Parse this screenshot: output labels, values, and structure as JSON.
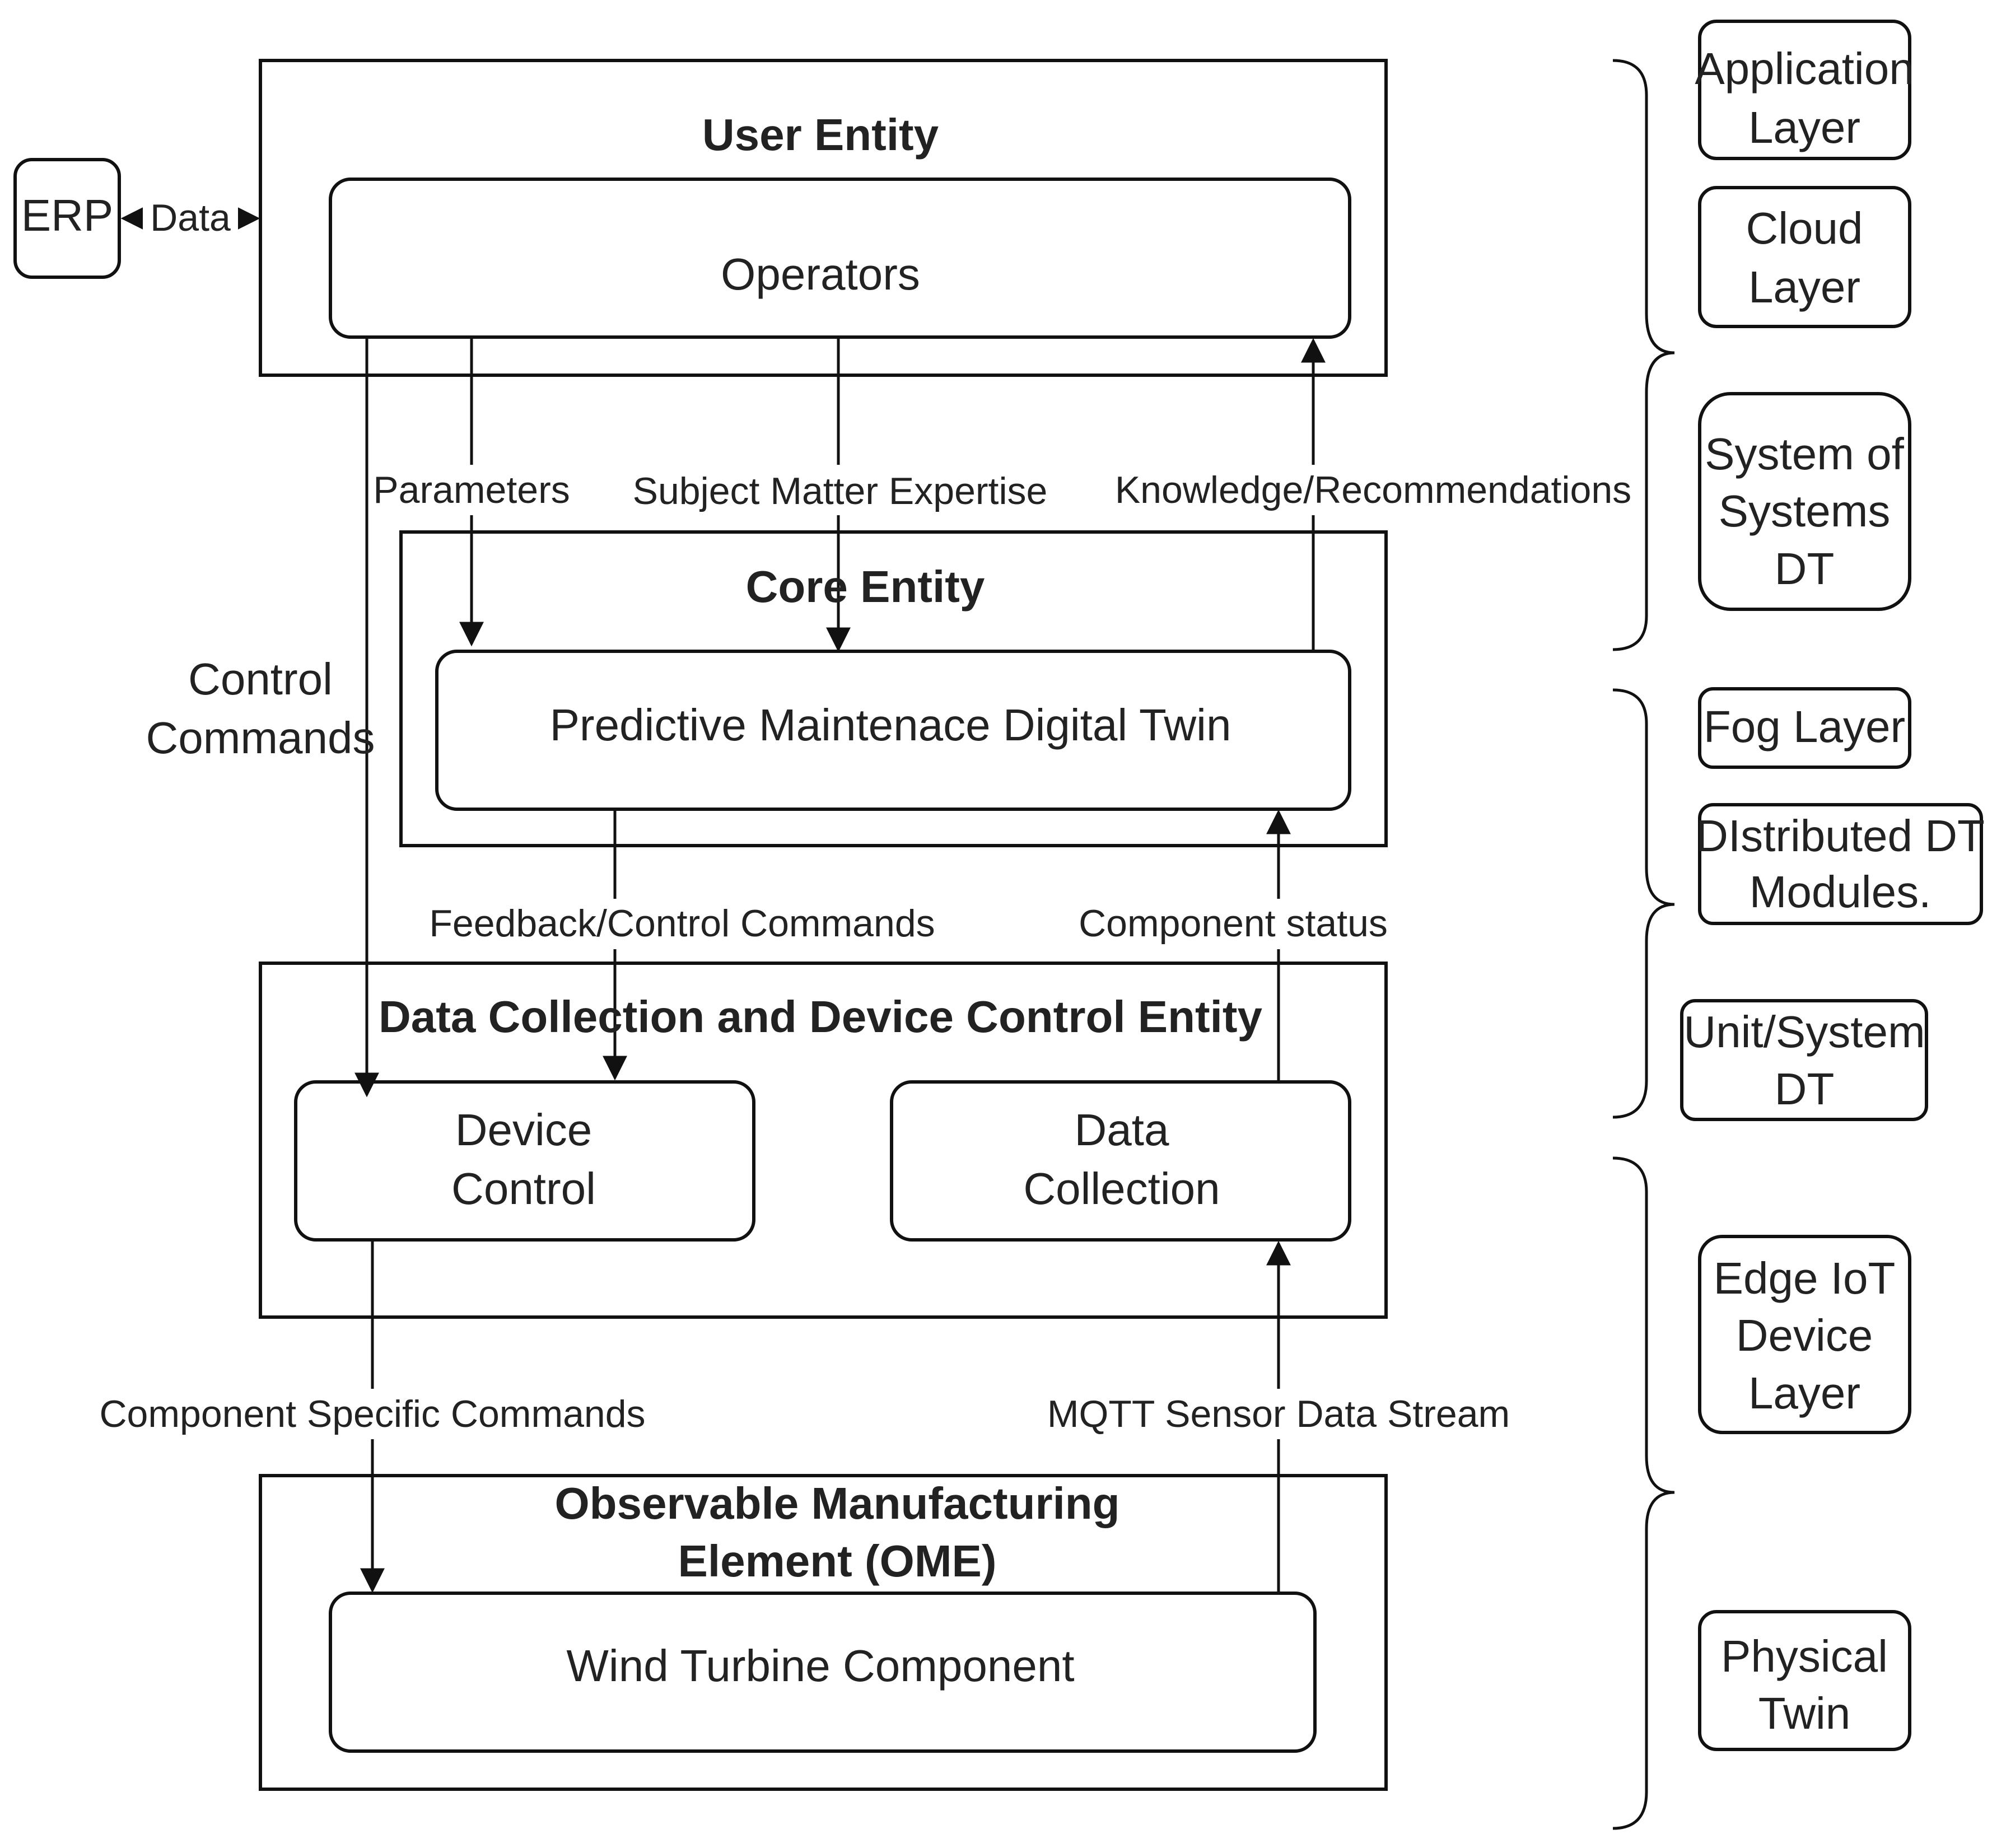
{
  "external": {
    "erp": "ERP",
    "data": "Data"
  },
  "entities": {
    "user": {
      "title": "User Entity",
      "operators": "Operators"
    },
    "core": {
      "title": "Core Entity",
      "pmdt": "Predictive Maintenace Digital Twin"
    },
    "dcdc": {
      "title": "Data Collection and Device Control Entity",
      "device_control": [
        "Device",
        "Control"
      ],
      "data_collection": [
        "Data",
        "Collection"
      ]
    },
    "ome": {
      "title": [
        "Observable Manufacturing",
        "Element (OME)"
      ],
      "component": "Wind Turbine Component"
    }
  },
  "edges": {
    "parameters": "Parameters",
    "subject_matter": "Subject Matter Expertise",
    "knowledge": "Knowledge/Recommendations",
    "control_commands": [
      "Control",
      "Commands"
    ],
    "feedback": "Feedback/Control Commands",
    "component_status": "Component status",
    "component_specific": "Component Specific Commands",
    "mqtt": "MQTT Sensor Data Stream"
  },
  "layers": {
    "application": [
      "Application",
      "Layer"
    ],
    "cloud": [
      "Cloud",
      "Layer"
    ],
    "sos": [
      "System of",
      "Systems",
      "DT"
    ],
    "fog": [
      "Fog Layer"
    ],
    "distributed": [
      "DIstributed DT",
      "Modules."
    ],
    "unit": [
      "Unit/System",
      "DT"
    ],
    "edge": [
      "Edge IoT",
      "Device",
      "Layer"
    ],
    "physical": [
      "Physical",
      "Twin"
    ]
  }
}
